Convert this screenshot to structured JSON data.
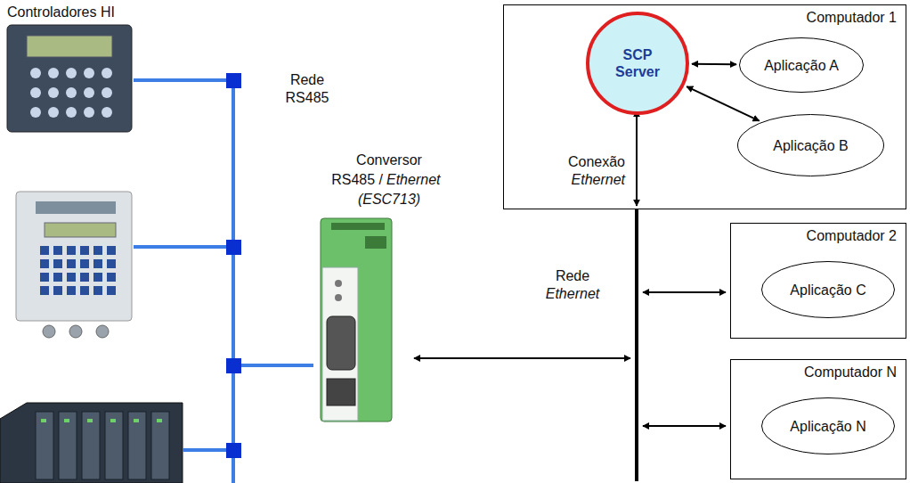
{
  "diagram": {
    "nodes": [
      {
        "text": [
          "Computador 1"
        ]
      },
      {
        "text": [
          "SCP Server"
        ],
        "in": 0
      },
      {
        "text": [
          "Aplicação A"
        ],
        "in": 0
      },
      {
        "text": [
          "Aplicação B"
        ],
        "in": 0
      },
      {
        "text": [
          "Computador 2"
        ]
      },
      {
        "text": [
          "Aplicação C"
        ],
        "in": 4
      },
      {
        "text": [
          "Computador N"
        ]
      },
      {
        "text": [
          "Aplicação N"
        ],
        "in": 6
      }
    ],
    "edges": [
      {
        "from": 1,
        "to": 2,
        "arrow": "both"
      },
      {
        "from": 1,
        "to": 3,
        "arrow": "both"
      }
    ],
    "labels": [
      "Controladores HI",
      "Rede RS485",
      "Conversor",
      "RS485 /",
      "Ethernet",
      "(ESC713)",
      "Rede",
      "Ethernet",
      "Conexão",
      "Ethernet"
    ]
  }
}
